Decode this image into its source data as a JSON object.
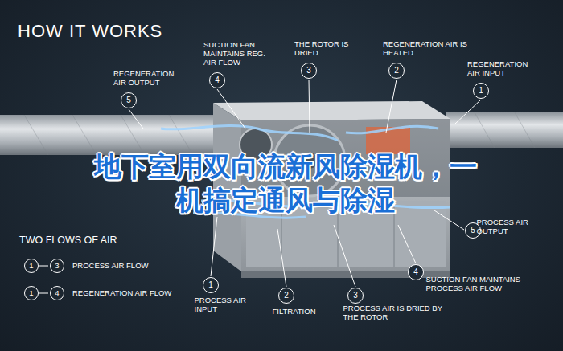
{
  "diagram": {
    "title": "HOW IT WORKS",
    "nodes": [
      {
        "text": [
          "5",
          "REGENERATION AIR OUTPUT"
        ]
      },
      {
        "text": [
          "4",
          "SUCTION FAN MAINTAINS REG. AIR FLOW"
        ]
      },
      {
        "text": [
          "3",
          "THE ROTOR IS DRIED"
        ]
      },
      {
        "text": [
          "2",
          "REGENERATION AIR IS HEATED"
        ]
      },
      {
        "text": [
          "1",
          "REGENERATION AIR INPUT"
        ]
      },
      {
        "text": [
          "5",
          "PROCESS AIR OUTPUT"
        ]
      },
      {
        "text": [
          "4",
          "SUCTION FAN MAINTAINS PROCESS AIR FLOW"
        ]
      },
      {
        "text": [
          "1",
          "PROCESS AIR INPUT"
        ]
      },
      {
        "text": [
          "2",
          "FILTRATION"
        ]
      },
      {
        "text": [
          "3",
          "PROCESS AIR IS DRIED BY THE ROTOR"
        ]
      }
    ],
    "labels": [
      "地下室用双向流新风除湿机，一机搞定通风与除湿",
      "TWO FLOWS OF AIR",
      "1",
      "3",
      "1",
      "4"
    ],
    "legend": [
      {
        "text": "PROCESS AIR FLOW"
      },
      {
        "text": "REGENERATION AIR FLOW"
      }
    ]
  }
}
